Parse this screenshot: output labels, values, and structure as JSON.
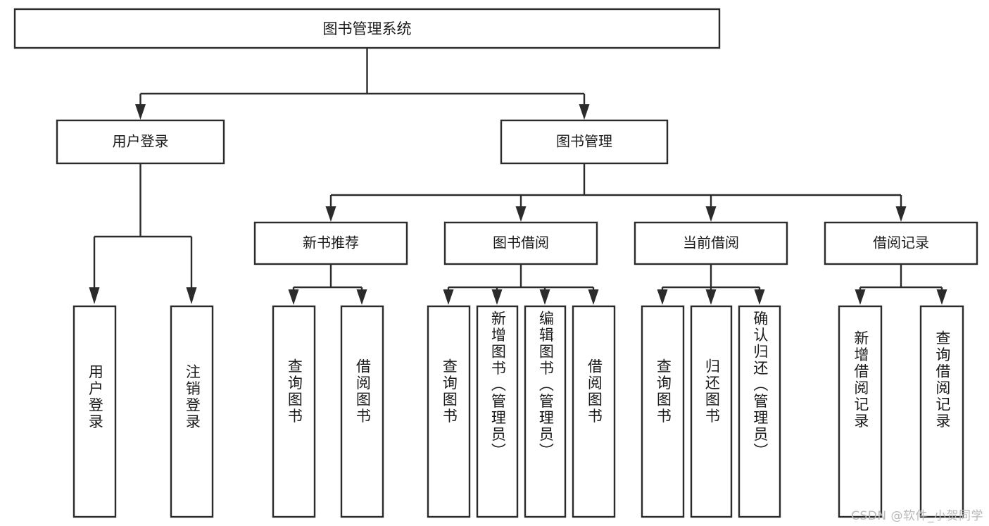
{
  "diagram": {
    "type": "tree-hierarchy",
    "title": "图书管理系统",
    "orientation": "top-down",
    "watermark": "CSDN @软件_小贺同学",
    "colors": {
      "box_stroke": "#2b2b2b",
      "box_fill": "#ffffff",
      "connector": "#2b2b2b",
      "text": "#1a1a1a",
      "background": "#ffffff",
      "watermark": "#b9b9b9"
    },
    "root": {
      "label": "图书管理系统"
    },
    "level2": [
      {
        "label": "用户登录"
      },
      {
        "label": "图书管理"
      }
    ],
    "level3": [
      {
        "label": "新书推荐"
      },
      {
        "label": "图书借阅"
      },
      {
        "label": "当前借阅"
      },
      {
        "label": "借阅记录"
      }
    ],
    "leaves": {
      "user_login": [
        {
          "label": "用户登录"
        },
        {
          "label": "注销登录"
        }
      ],
      "new_book_recommend": [
        {
          "label": "查询图书"
        },
        {
          "label": "借阅图书"
        }
      ],
      "book_borrow": [
        {
          "label": "查询图书"
        },
        {
          "label": "新增图书（管理员）"
        },
        {
          "label": "编辑图书（管理员）"
        },
        {
          "label": "借阅图书"
        }
      ],
      "current_borrow": [
        {
          "label": "查询图书"
        },
        {
          "label": "归还图书"
        },
        {
          "label": "确认归还（管理员）"
        }
      ],
      "borrow_record": [
        {
          "label": "新增借阅记录"
        },
        {
          "label": "查询借阅记录"
        }
      ]
    }
  }
}
